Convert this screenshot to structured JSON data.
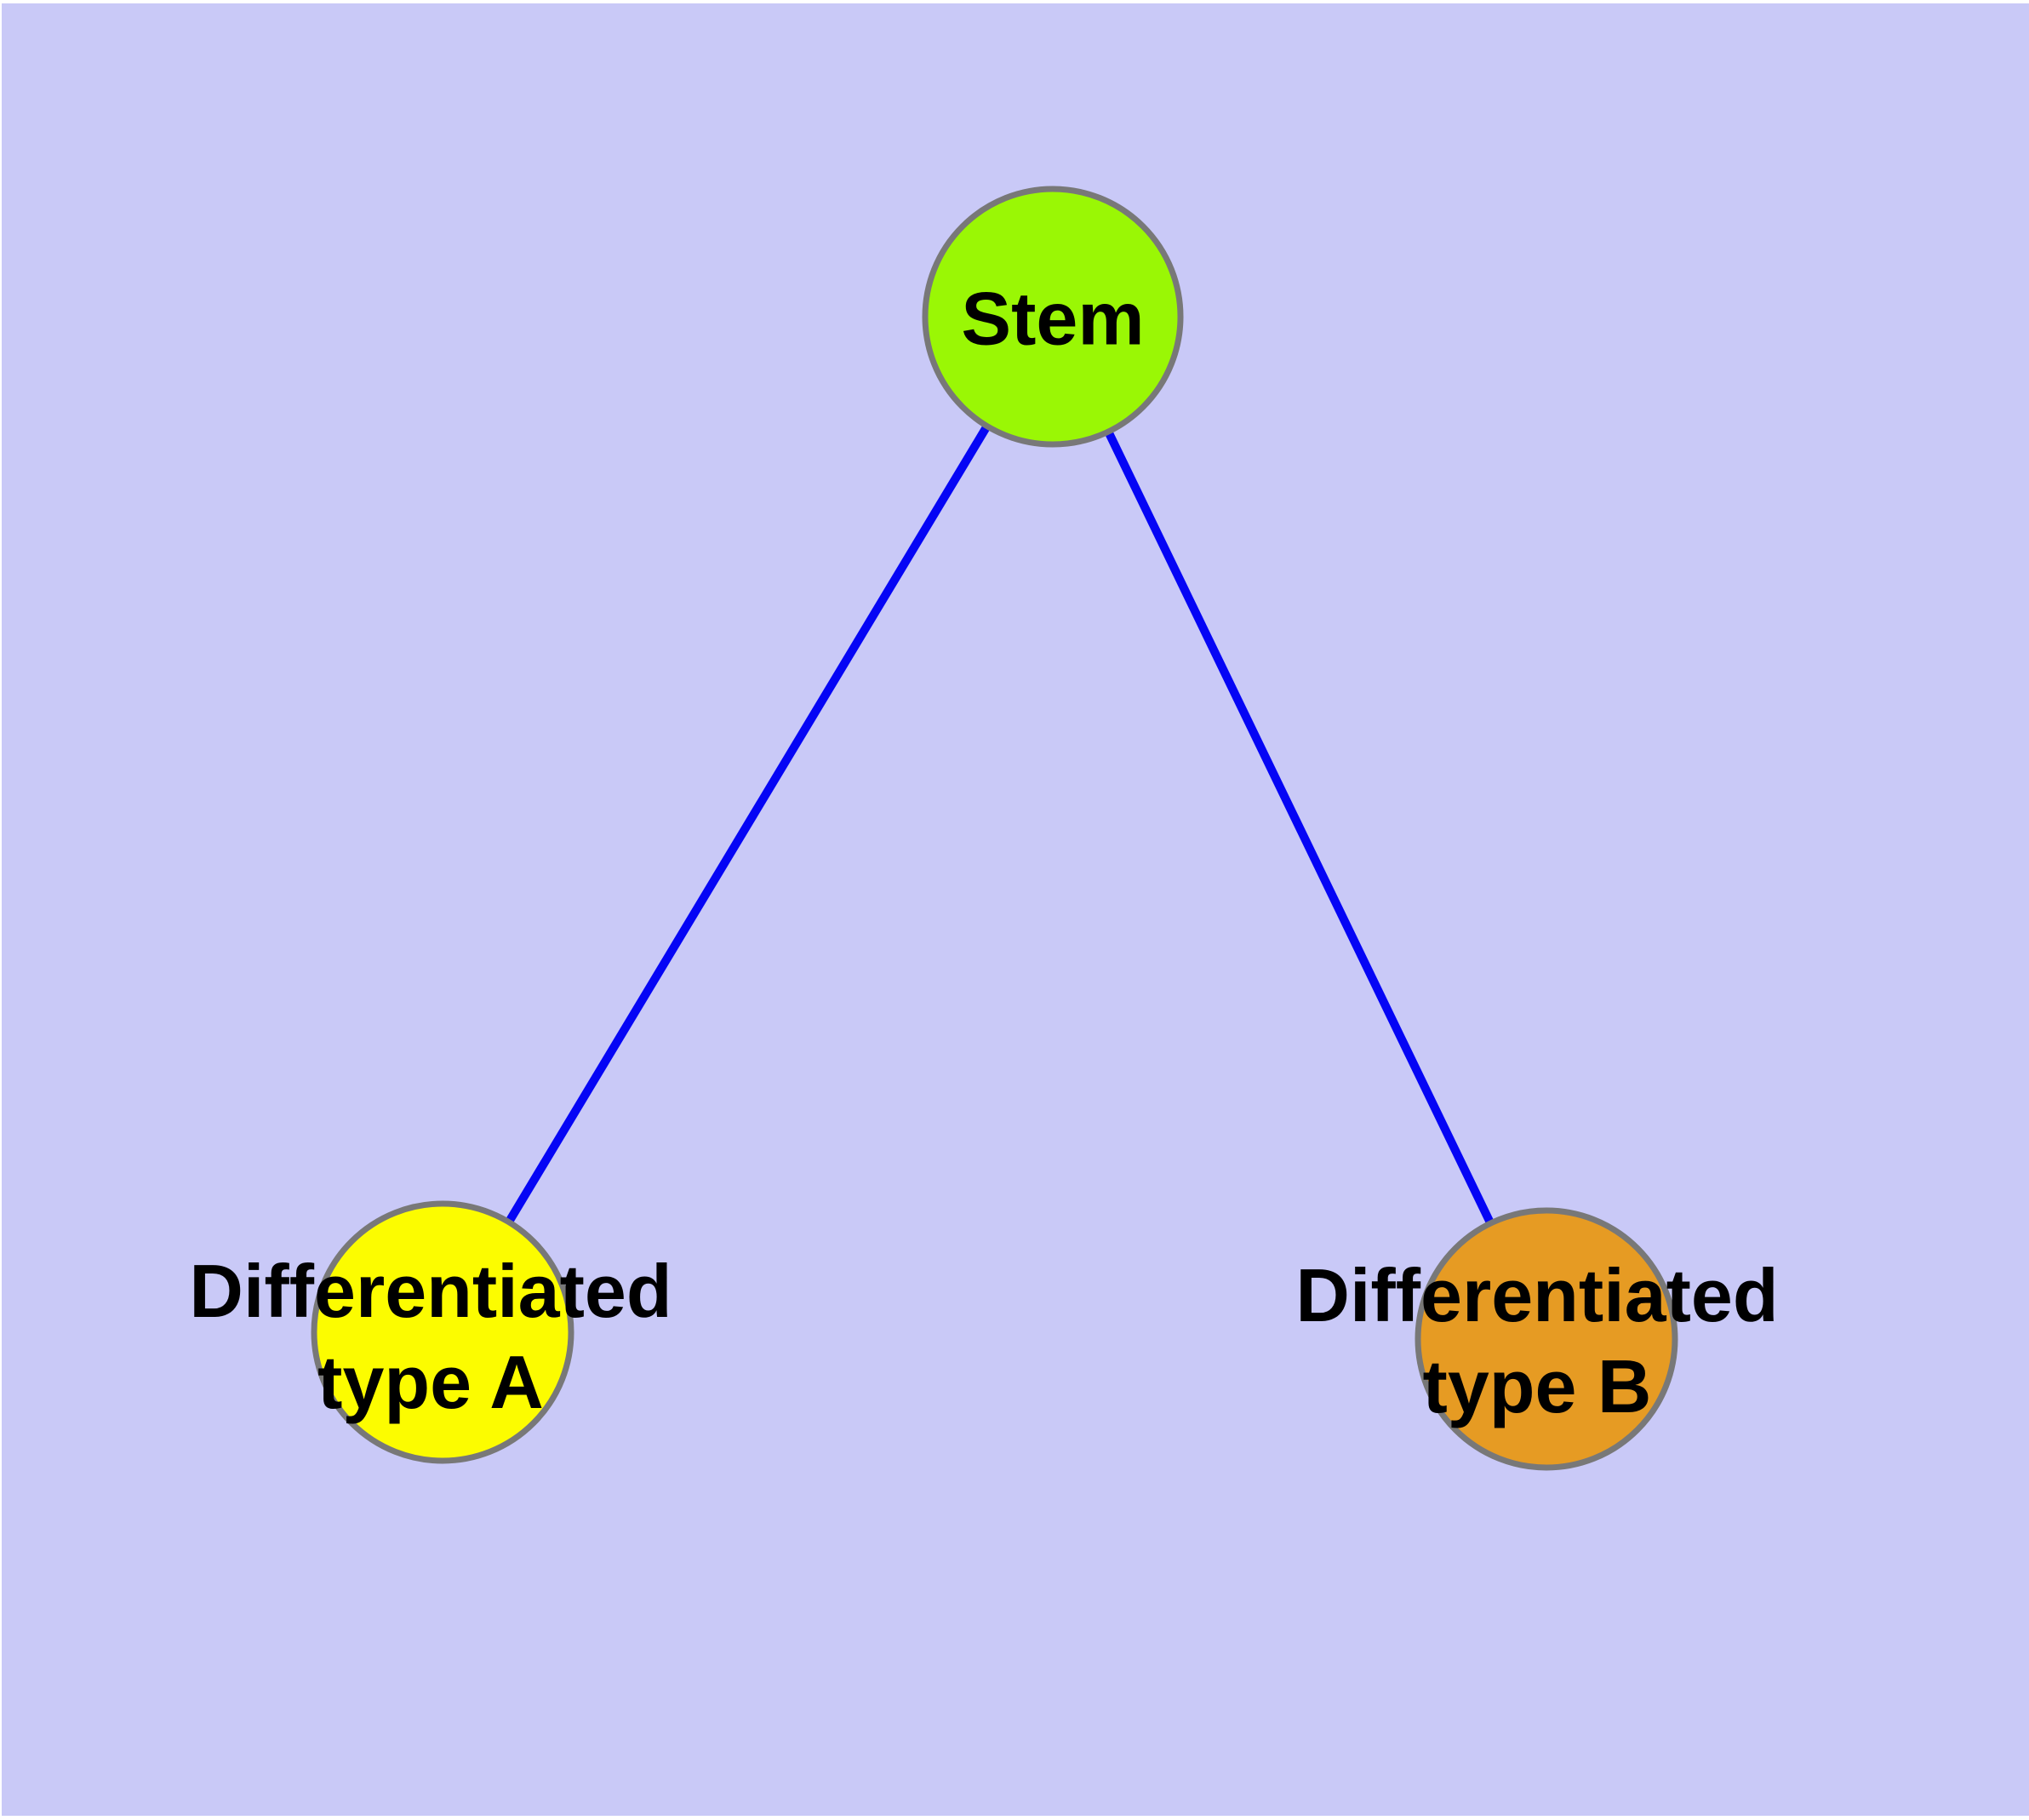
{
  "figure": {
    "background_color": "#ffffff",
    "plot_background_color": "#c9c9f7",
    "edge_color": "#0505f5",
    "node_border_color": "#787878",
    "label_color": "#000000",
    "nodes": [
      {
        "id": "stem",
        "label": "Stem",
        "fill": "#9af705"
      },
      {
        "id": "differentiated-type-a",
        "label": "Differentiated\ntype A",
        "fill": "#fcfc00"
      },
      {
        "id": "differentiated-type-b",
        "label": "Differentiated\ntype B",
        "fill": "#e69b23"
      }
    ],
    "edges": [
      {
        "from": "Stem",
        "to": "Differentiated type A"
      },
      {
        "from": "Stem",
        "to": "Differentiated type B"
      }
    ]
  }
}
